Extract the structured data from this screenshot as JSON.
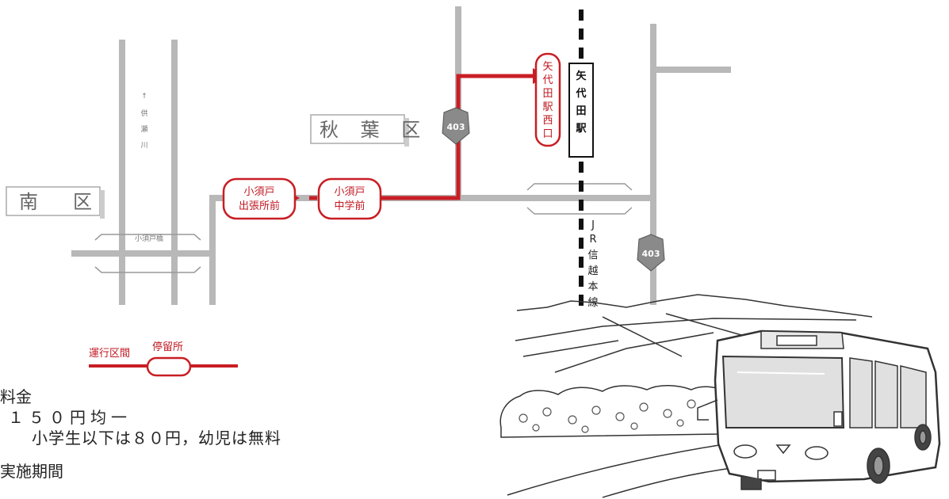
{
  "map": {
    "districts": {
      "minami": "南　区",
      "akiha": "秋 葉 区"
    },
    "river_label": "↑\n供\n瀬\n川",
    "bridge_label": "小須戸橋",
    "route_shield": "403",
    "stops": {
      "kosudo_branch": [
        "小須戸",
        "出張所前"
      ],
      "kosudo_jhs": [
        "小須戸",
        "中学前"
      ],
      "yashiroda_west": [
        "矢",
        "代",
        "田",
        "駅",
        "西",
        "口"
      ]
    },
    "station": [
      "矢",
      "代",
      "田",
      "駅"
    ],
    "railway": [
      "J",
      "R",
      "信",
      "越",
      "本",
      "線"
    ],
    "legend": {
      "section": "運行区間",
      "stop": "停留所"
    },
    "colors": {
      "route": "#c81e24",
      "road": "#b8b8b8",
      "shield": "#8a8a8a"
    }
  },
  "info": {
    "fare_title": "料金",
    "fare_line": "１５０円均一",
    "fare_note": "小学生以下は８０円，幼児は無料",
    "period_title": "実施期間"
  }
}
